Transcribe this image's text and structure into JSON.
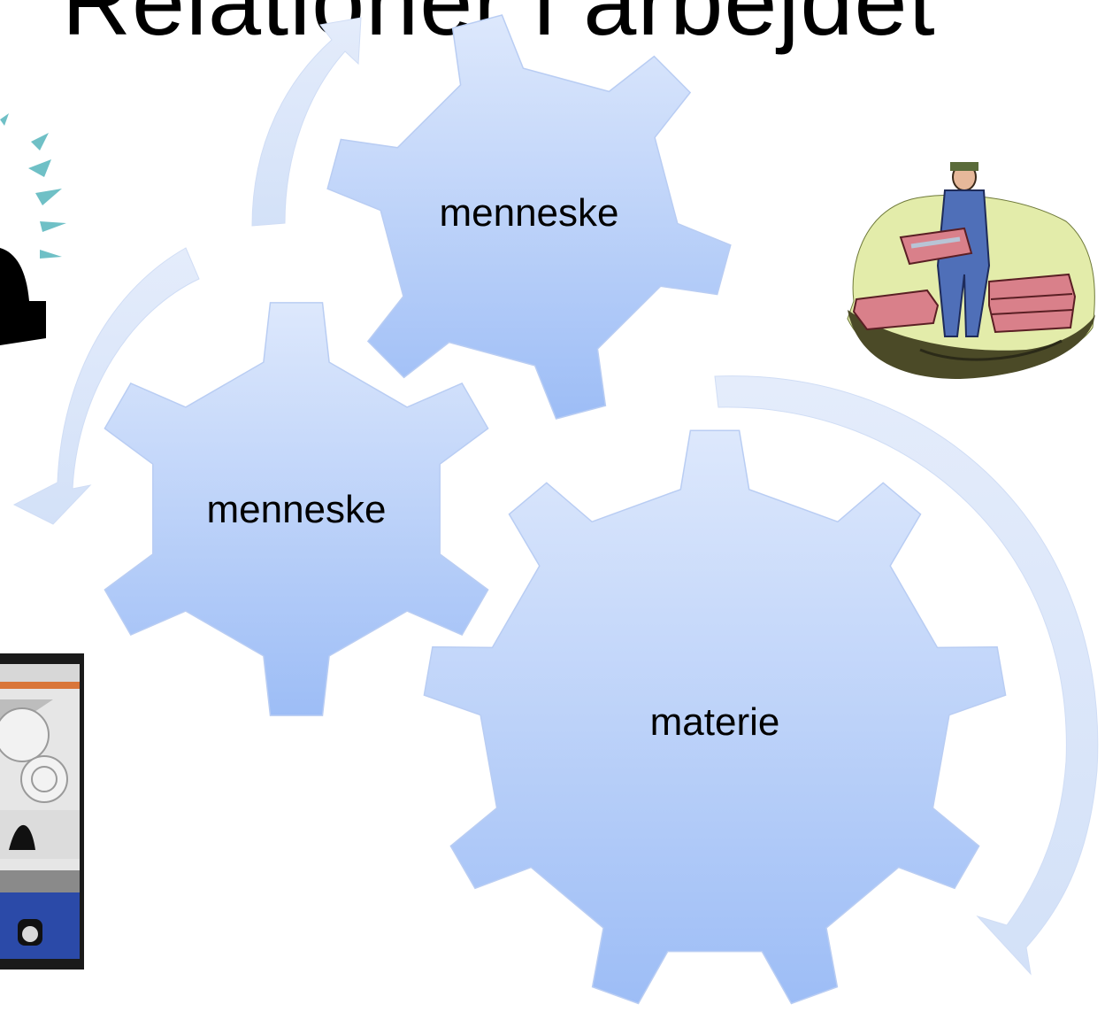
{
  "slide": {
    "title": "Relationer i arbejdet"
  },
  "diagram": {
    "gears": [
      {
        "id": "top",
        "label": "menneske"
      },
      {
        "id": "left",
        "label": "menneske"
      },
      {
        "id": "bottom",
        "label": "materie"
      }
    ],
    "gear_fill_top": "#dde8fc",
    "gear_fill_bottom": "#9dbdf6",
    "gear_stroke": "#b9cdf3",
    "arrow_fill": "#e6eefb"
  },
  "clipart": [
    {
      "name": "lighthouse-clipart"
    },
    {
      "name": "fisherman-clipart"
    },
    {
      "name": "factory-machine-clipart"
    }
  ]
}
